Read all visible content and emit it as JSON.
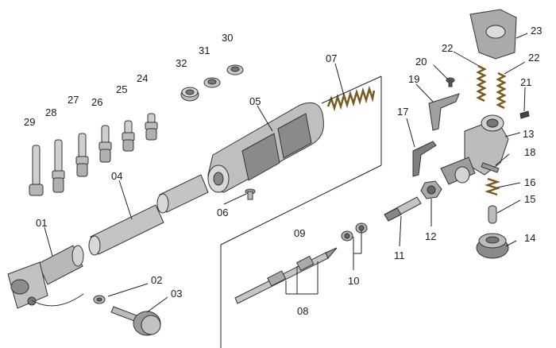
{
  "labels": {
    "p01": "01",
    "p02": "02",
    "p03": "03",
    "p04": "04",
    "p05": "05",
    "p06": "06",
    "p07": "07",
    "p08": "08",
    "p09": "09",
    "p10": "10",
    "p11": "11",
    "p12": "12",
    "p13": "13",
    "p14": "14",
    "p15": "15",
    "p16": "16",
    "p17": "17",
    "p18": "18",
    "p19": "19",
    "p20": "20",
    "p21": "21",
    "p22a": "22",
    "p22b": "22",
    "p23": "23",
    "p24": "24",
    "p25": "25",
    "p26": "26",
    "p27": "27",
    "p28": "28",
    "p29": "29",
    "p30": "30",
    "p31": "31",
    "p32": "32"
  },
  "colors": {
    "part_fill": "#c8c8c8",
    "part_dark": "#8f8f8f",
    "outline": "#333333",
    "label": "#1a1a1a"
  }
}
